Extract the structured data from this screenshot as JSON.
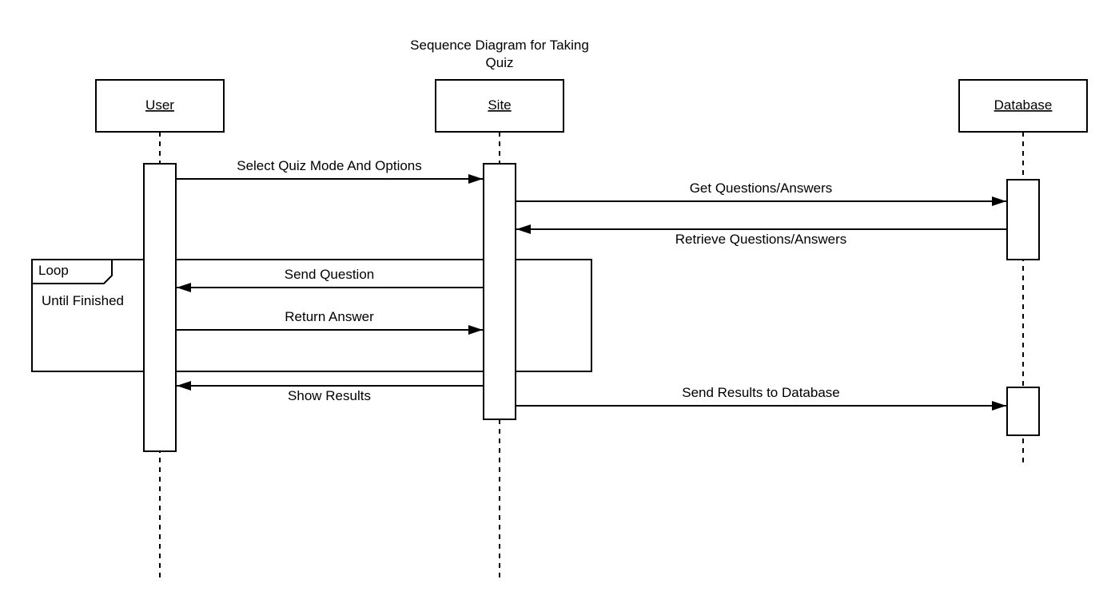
{
  "diagram": {
    "title_line1": "Sequence Diagram for Taking",
    "title_line2": "Quiz",
    "actors": {
      "user": "User",
      "site": "Site",
      "database": "Database"
    },
    "messages": {
      "select_quiz": "Select Quiz Mode And Options",
      "get_questions": "Get Questions/Answers",
      "retrieve_questions": "Retrieve Questions/Answers",
      "send_question": "Send Question",
      "return_answer": "Return Answer",
      "show_results": "Show Results",
      "send_results": "Send Results to Database"
    },
    "loop": {
      "label": "Loop",
      "condition": "Until Finished"
    }
  }
}
